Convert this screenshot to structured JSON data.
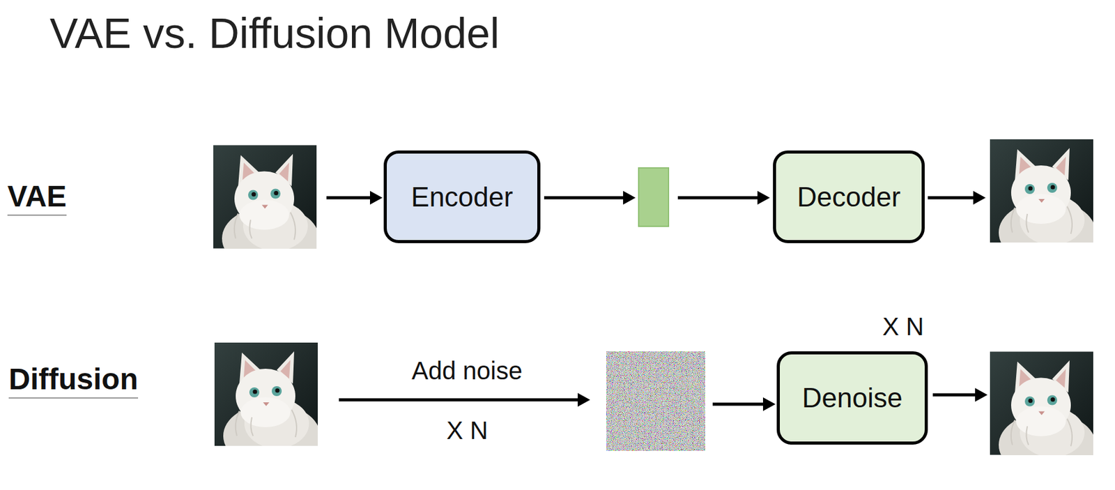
{
  "diagram": {
    "title": "VAE vs. Diffusion Model",
    "nodes": [
      {
        "text": [
          "Encoder"
        ]
      },
      {
        "text": [
          "Decoder"
        ]
      },
      {
        "text": [
          "Denoise"
        ]
      }
    ],
    "labels": [
      "VAE",
      "Diffusion",
      "Add noise",
      "X N",
      "X N"
    ]
  }
}
